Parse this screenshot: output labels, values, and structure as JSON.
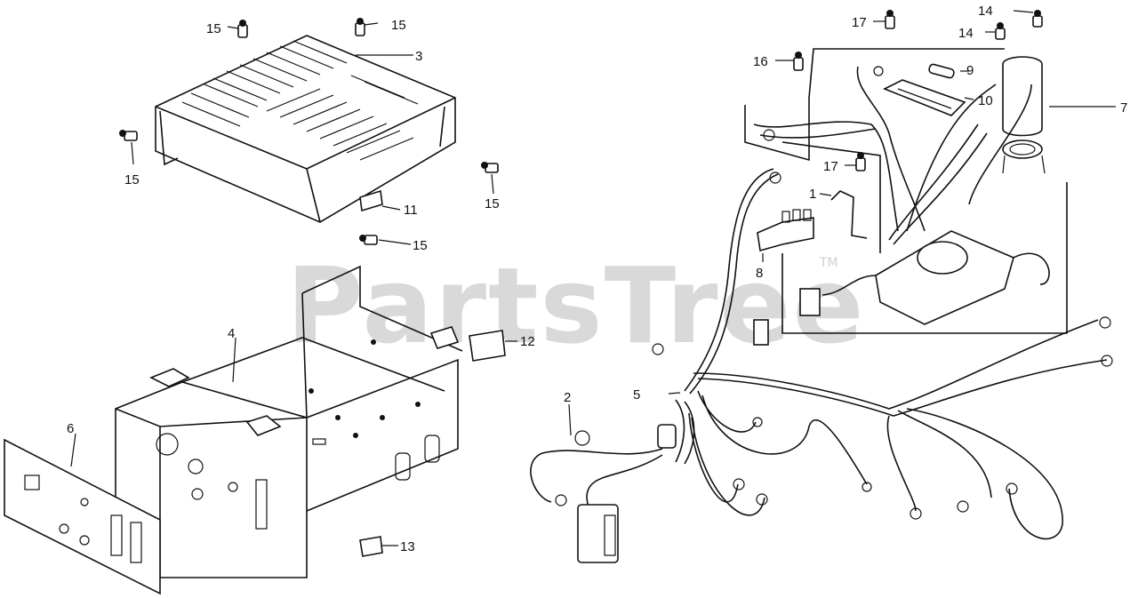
{
  "watermark": {
    "text": "PartsTree",
    "trademark": "TM"
  },
  "callouts": {
    "c1": "1",
    "c2": "2",
    "c3": "3",
    "c4": "4",
    "c5": "5",
    "c6": "6",
    "c7": "7",
    "c8": "8",
    "c9": "9",
    "c10": "10",
    "c11": "11",
    "c12": "12",
    "c13": "13",
    "c14a": "14",
    "c14b": "14",
    "c15a": "15",
    "c15b": "15",
    "c15c": "15",
    "c15d": "15",
    "c15e": "15",
    "c16": "16",
    "c17a": "17",
    "c17b": "17"
  }
}
